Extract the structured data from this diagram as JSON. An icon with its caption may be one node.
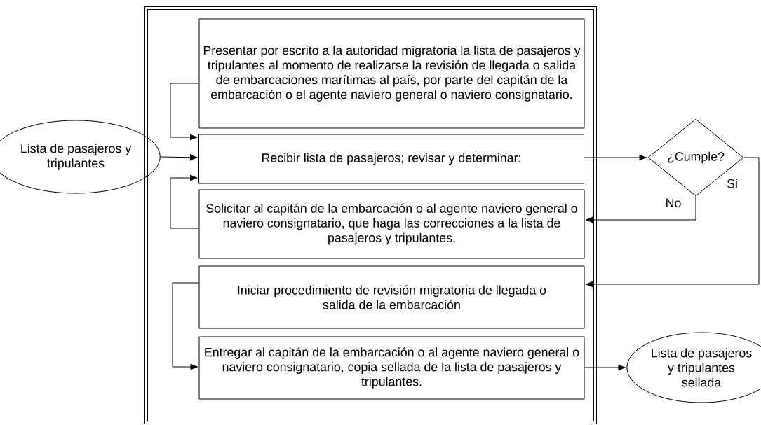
{
  "diagram": {
    "nodes": [
      {
        "text": [],
        "shape": "box"
      },
      {
        "text": [
          "Lista de pasajeros y tripulantes"
        ]
      },
      {
        "text": [
          "Presentar por escrito a la autoridad migratoria la lista de pasajeros y tripulantes al momento de realizarse la revisión de llegada o salida de embarcaciones marítimas al país, por parte del capitán de la embarcación o el agente naviero general o naviero consignatario."
        ],
        "in": 0
      },
      {
        "text": [
          "Recibir lista de pasajeros; revisar y determinar:"
        ],
        "in": 0
      },
      {
        "text": [
          "Solicitar al capitán de la embarcación o al agente naviero general o naviero consignatario, que haga las correcciones a la lista de pasajeros y tripulantes."
        ],
        "in": 0
      },
      {
        "text": [
          "Iniciar procedimiento de revisión migratoria de llegada o salida de la embarcación"
        ],
        "in": 0
      },
      {
        "text": [
          "Entregar al capitán de la embarcación o al agente naviero general o naviero consignatario, copia sellada de la lista de pasajeros y tripulantes."
        ],
        "in": 0
      },
      {
        "text": [
          "¿Cumple?"
        ]
      },
      {
        "text": [
          "Lista de pasajeros y tripulantes sellada"
        ]
      }
    ],
    "edges": [
      {
        "from": 2,
        "to": 3,
        "arrow": "to"
      },
      {
        "from": 1,
        "to": 3,
        "arrow": "to"
      },
      {
        "from": 4,
        "to": 3,
        "arrow": "to"
      },
      {
        "from": 3,
        "to": 7,
        "arrow": "to"
      },
      {
        "from": 7,
        "to": 4,
        "arrow": "to",
        "label": "No"
      },
      {
        "from": 7,
        "to": 5,
        "arrow": "to",
        "label": "Si"
      },
      {
        "from": 5,
        "to": 6,
        "arrow": "to"
      },
      {
        "from": 6,
        "to": 8,
        "arrow": "to"
      }
    ]
  }
}
